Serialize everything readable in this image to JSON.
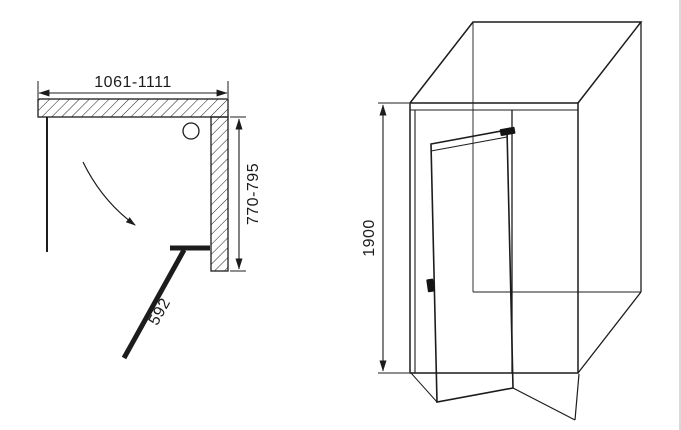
{
  "colors": {
    "line": "#1c1c1c",
    "background": "#ffffff"
  },
  "plan_view": {
    "width_dim": "1061-1111",
    "depth_dim": "770-795",
    "door_width_dim": "592"
  },
  "elevation_view": {
    "height_dim": "1900"
  }
}
